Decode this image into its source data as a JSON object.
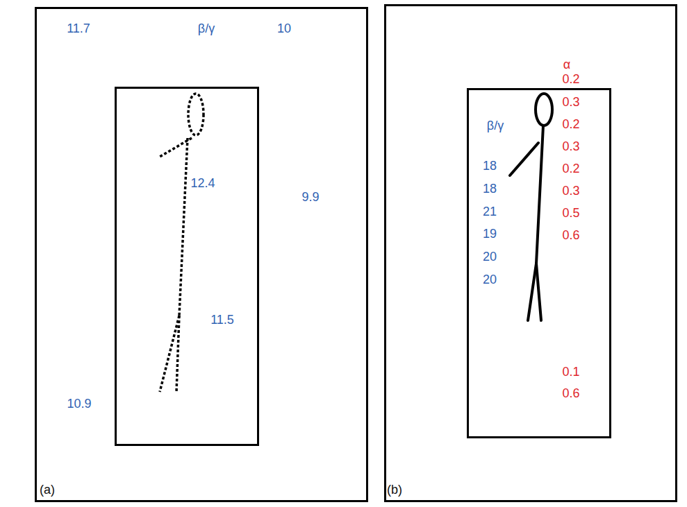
{
  "diagram": {
    "nodes": [
      {
        "text": [
          "11.7",
          "β/γ",
          "10",
          "9.9",
          "10.9"
        ]
      },
      {
        "text": [
          "12.4",
          "11.5"
        ],
        "in": 0
      },
      {
        "text": [
          "α",
          "0.2"
        ]
      },
      {
        "text": [
          "β/γ",
          "18",
          "18",
          "21",
          "19",
          "20",
          "20",
          "0.3",
          "0.2",
          "0.3",
          "0.2",
          "0.3",
          "0.5",
          "0.6",
          "0.1",
          "0.6"
        ],
        "in": 2
      }
    ],
    "labels": [
      "(a)",
      "(b)"
    ]
  }
}
